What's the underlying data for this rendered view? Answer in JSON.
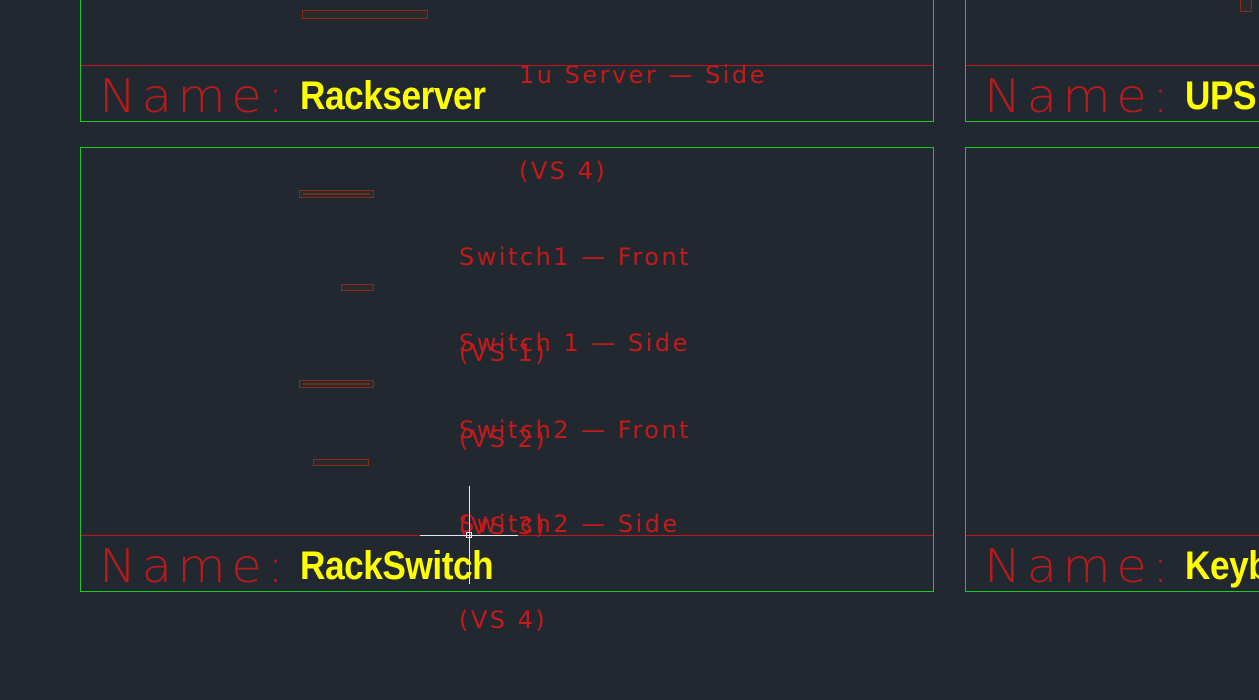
{
  "blocks": {
    "rackserver": {
      "name_label": "Name:",
      "name_value": "Rackserver",
      "views": [
        {
          "line1": "1u Server — Side",
          "line2": "(VS 4)"
        }
      ]
    },
    "rackswitch": {
      "name_label": "Name:",
      "name_value": "RackSwitch",
      "views": [
        {
          "line1": "Switch1 — Front",
          "line2": "(VS 1)"
        },
        {
          "line1": "Switch 1 — Side",
          "line2": "(VS 2)"
        },
        {
          "line1": "Switch2 — Front",
          "line2": "(VS 3)"
        },
        {
          "line1": "Switch2 — Side",
          "line2": "(VS 4)"
        }
      ]
    },
    "ups": {
      "name_label": "Name:",
      "name_value": "UPS"
    },
    "keyboard": {
      "name_label": "Name:",
      "name_value": "Keyb"
    }
  },
  "colors": {
    "background": "#212830",
    "frame": "#1ec81e",
    "divider": "#c01818",
    "label_text": "#c41a1a",
    "name_text": "#ffff00",
    "crosshair": "#e8e8e8"
  },
  "cursor": {
    "type": "crosshair-pickbox"
  }
}
